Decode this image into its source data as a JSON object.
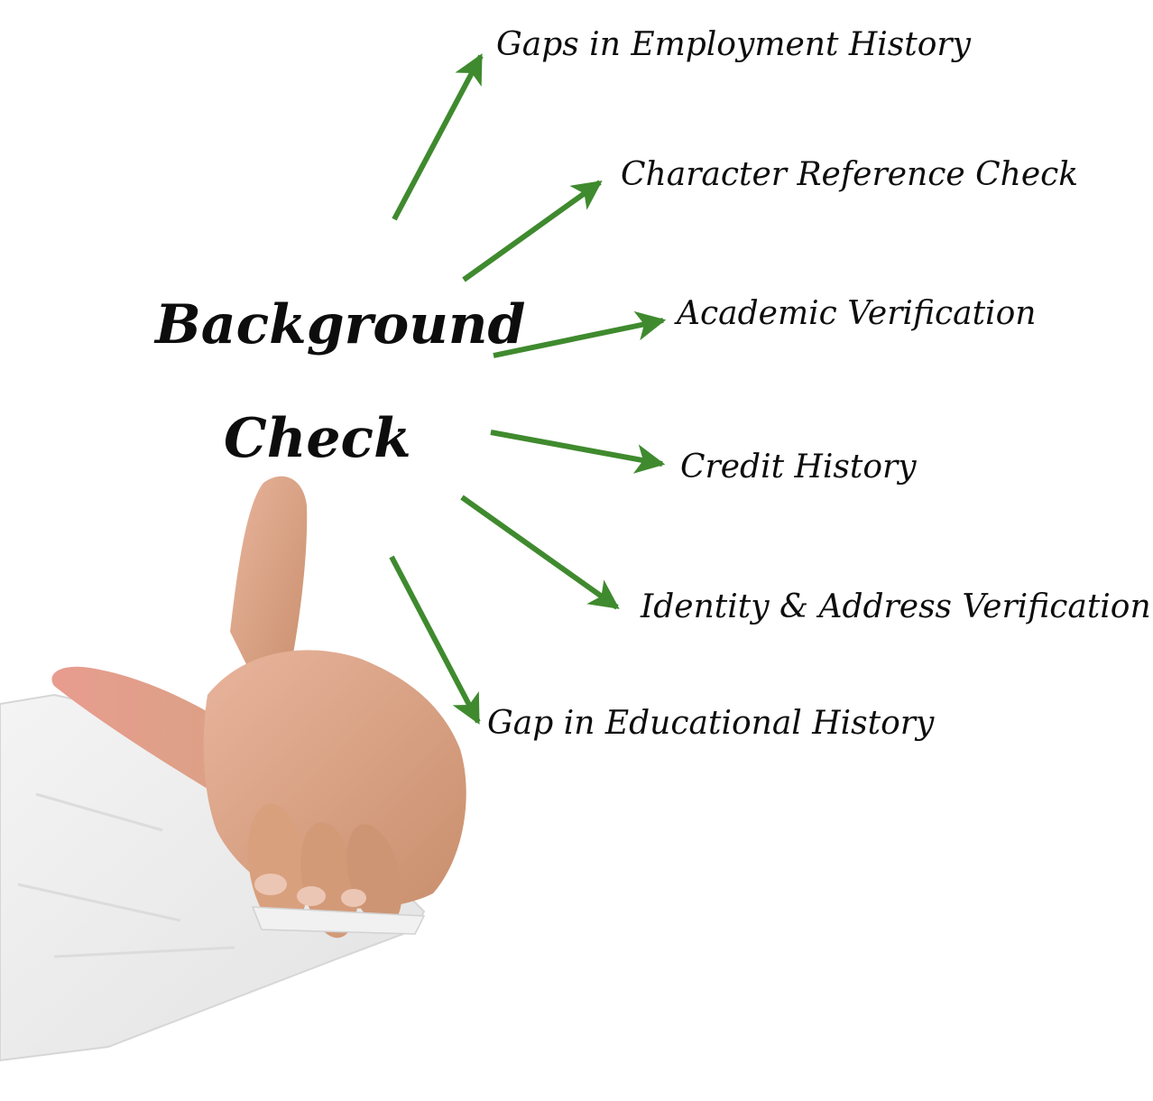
{
  "diagram": {
    "hub": {
      "line1": "Background",
      "line2": "Check"
    },
    "branches": [
      {
        "label": "Gaps in Employment History"
      },
      {
        "label": "Character Reference Check"
      },
      {
        "label": "Academic Verification"
      },
      {
        "label": "Credit History"
      },
      {
        "label": "Identity & Address Verification"
      },
      {
        "label": "Gap in Educational History"
      }
    ],
    "arrow_color": "#3f8a2e",
    "illustration": "hand-pointing-icon"
  }
}
